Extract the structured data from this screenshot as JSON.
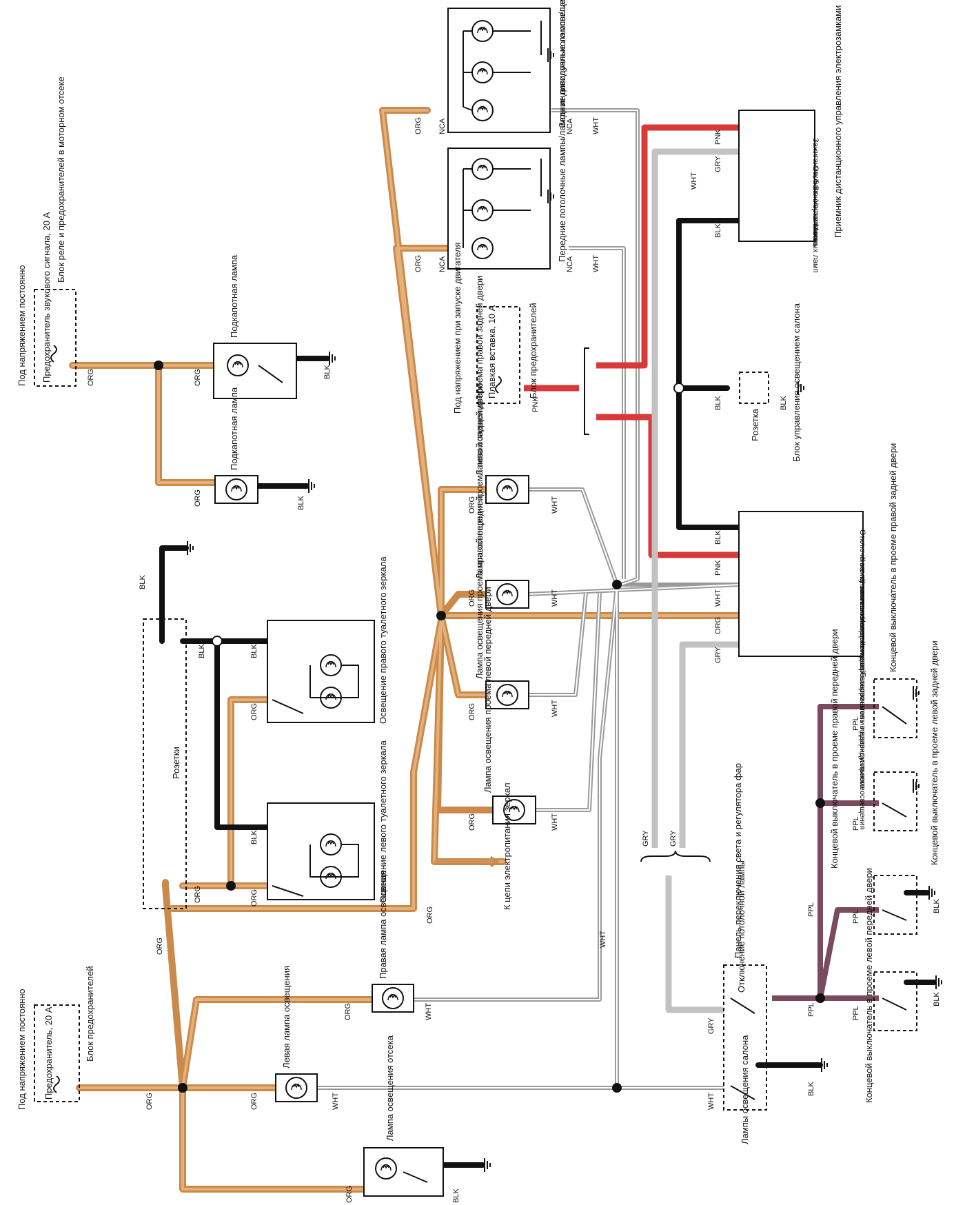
{
  "labels": {
    "const_power_1": "Под напряжением постоянно",
    "fuse_horn": "Предохранитель звукового сигнала, 20 А",
    "engine_fuse_block": "Блок реле и предохранителей в моторном отсеке",
    "hood_lamp_1": "Подкапотная лампа",
    "hood_lamp_2": "Подкапотная лампа",
    "rear_lamps": "Задние потолочные лампы/лампы индивидуального освещения",
    "front_lamps": "Передние потолочные лампы/лампы индивидуального освещения",
    "ignition_power": "Под напряжением при запуске двигателя",
    "fusible_link": "Плавкая вставка, 10 А",
    "fuse_block_label": "Блок предохранителей",
    "socket": "Розетка",
    "receiver_title": "Приемник дистанционного управления электрозамками",
    "recv_ignition": "Зажигание, 5 Вт",
    "recv_dimmer": "Отключение потолочных ламп",
    "recv_control": "Управление",
    "recv_ground": "Масса",
    "interior_control_title": "Блок управления освещением салона",
    "ctl_dimmer": "Отключение потолочных ламп",
    "ctl_ignition_lock": "К замку зажигания",
    "ctl_door_lamps": "К лампам освещения дверных проемов и индивидуального освещения",
    "ctl_battery": "Напряжение от батареи",
    "ctl_door_switch": "Концевой выключатель в дверном проеме",
    "rr_door_lamp": "Лампа освещения проема правой задней двери",
    "lr_door_lamp": "Лампа освещения проема левой задней двери",
    "rf_door_lamp": "Лампа освещения проема правой передней",
    "lf_door_lamp": "Лампа освещения проема левой передней двери",
    "to_mirror": "К цепи электропитания зеркал",
    "right_mirror": "Освещение правого туалетного зеркала",
    "left_mirror": "Освещение левого туалетного зеркала",
    "sockets": "Розетки",
    "rr_switch": "Концевой выключатель в проеме правой задней двери",
    "lr_switch": "Концевой выключатель в проеме левой задней двери",
    "rf_switch": "Концевой выключатель в проеме правой передней двери",
    "lf_switch": "Концевой выключатель в проеме левой передней двери",
    "headlamp_panel": "Панель переключения света и регулятора фар",
    "dome_off": "Отключение потолочной лампы",
    "cabin_lamps": "Лампы освещения салона",
    "const_power_2": "Под напряжением постоянно",
    "fuse_20": "Предохранитель, 20 А",
    "fuse_block_2": "Блок предохранителей",
    "right_lamp": "Правая лампа освещения",
    "left_lamp": "Левая лампа освещения",
    "trunk_lamp": "Лампа освещения отсека"
  },
  "wire_codes": {
    "org": "ORG",
    "blk": "BLK",
    "wht": "WHT",
    "pnk": "PNK",
    "gry": "GRY",
    "ppl": "PPL",
    "nca": "NCA"
  },
  "colors": {
    "org": "#c98a4b",
    "blk": "#111111",
    "wht": "#9a9a9a",
    "pnk": "#d83a3a",
    "gry": "#c2c2c2",
    "ppl": "#7a4a5e"
  },
  "icons": [
    "lamp-icon",
    "switch-icon",
    "ground-icon",
    "fuse-icon",
    "connector-icon",
    "splice-icon"
  ]
}
